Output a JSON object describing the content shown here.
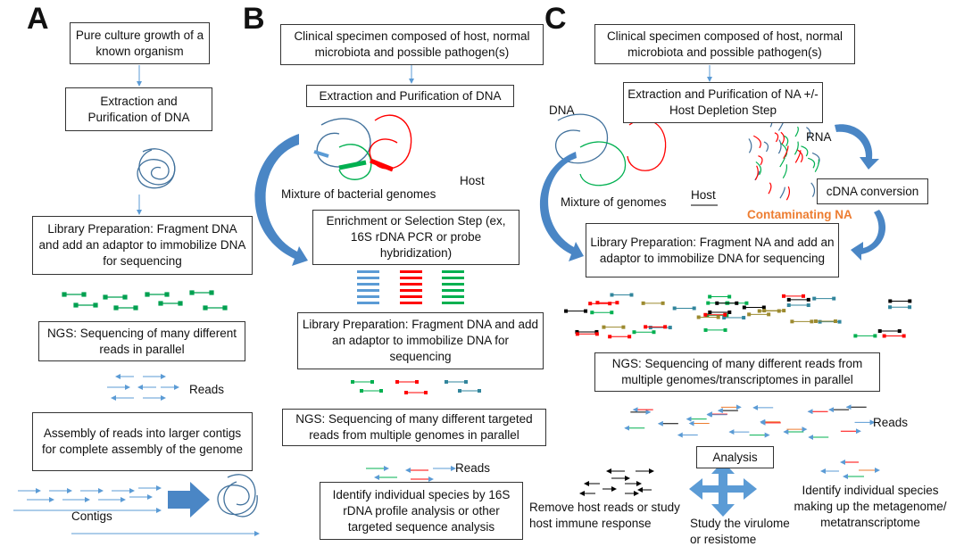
{
  "panels": {
    "a": {
      "letter": "A",
      "step1": "Pure culture growth of a known organism",
      "step2": "Extraction and Purification of DNA",
      "step3": "Library Preparation: Fragment DNA and add an adaptor to immobilize DNA for sequencing",
      "step4": "NGS: Sequencing of many different reads in parallel",
      "reads": "Reads",
      "step5": "Assembly of reads into larger contigs for complete assembly of the genome",
      "contigs": "Contigs"
    },
    "b": {
      "letter": "B",
      "step1": "Clinical specimen composed of host, normal microbiota and possible pathogen(s)",
      "step2": "Extraction and Purification of DNA",
      "mixture": "Mixture of bacterial genomes",
      "host": "Host",
      "step3": "Enrichment or Selection Step (ex, 16S rDNA PCR or probe hybridization)",
      "step4": "Library Preparation: Fragment DNA and add an adaptor to immobilize DNA for sequencing",
      "step5": "NGS: Sequencing of many different targeted reads from multiple genomes in parallel",
      "reads": "Reads",
      "step6": "Identify individual species by 16S rDNA profile analysis or other targeted sequence analysis"
    },
    "c": {
      "letter": "C",
      "step1": "Clinical specimen composed of host, normal microbiota and possible pathogen(s)",
      "step2": "Extraction and Purification of NA +/- Host Depletion Step",
      "dna": "DNA",
      "rna": "RNA",
      "mixture": "Mixture of genomes",
      "host": "Host",
      "cdna": "cDNA conversion",
      "contaminating": "Contaminating NA",
      "step3": "Library Preparation: Fragment NA and add an adaptor to immobilize DNA for sequencing",
      "step4": "NGS: Sequencing of many different reads from multiple genomes/transcriptomes in parallel",
      "reads": "Reads",
      "analysis": "Analysis",
      "out_left": "Remove host reads or study host immune response",
      "out_mid": "Study the virulome or resistome",
      "out_right": "Identify individual species making up the metagenome/ metatranscriptome"
    }
  },
  "colors": {
    "blue": "#5b9bd5",
    "red": "#ff0000",
    "green": "#00b050",
    "orange": "#ed7d31",
    "arrow": "#4a86c5",
    "genome_blue": "#41719c"
  }
}
